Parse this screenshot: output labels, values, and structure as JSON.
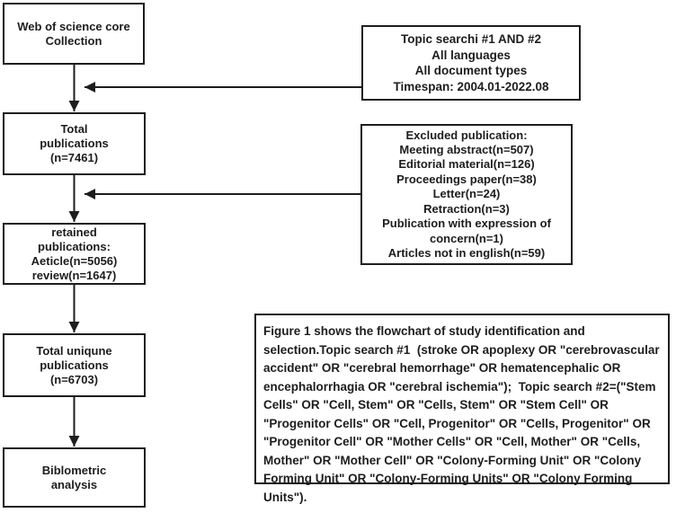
{
  "flowchart": {
    "left_boxes": [
      {
        "name": "web-of-science",
        "lines": [
          "Web of science core",
          "Collection"
        ]
      },
      {
        "name": "total-publications",
        "lines": [
          "Total",
          "publications",
          "(n=7461)"
        ]
      },
      {
        "name": "retained-publications",
        "lines": [
          "retained",
          "publications:",
          "Aeticle(n=5056)",
          "review(n=1647)"
        ]
      },
      {
        "name": "total-unique-publications",
        "lines": [
          "Total uniqune",
          "publications",
          "(n=6703)"
        ]
      },
      {
        "name": "bibliometric-analysis",
        "lines": [
          "Biblometric",
          "analysis"
        ]
      }
    ],
    "right_boxes": [
      {
        "name": "search-strategy",
        "lines": [
          "Topic searchi #1 AND #2",
          "All languages",
          "All document types",
          "Timespan: 2004.01-2022.08"
        ]
      },
      {
        "name": "excluded-publications",
        "lines": [
          "Excluded publication:",
          "Meeting abstract(n=507)",
          "Editorial material(n=126)",
          "Proceedings paper(n=38)",
          "Letter(n=24)",
          "Retraction(n=3)",
          "Publication with expression of",
          "concern(n=1)",
          "Articles not in english(n=59)"
        ]
      }
    ],
    "caption": "Figure 1 shows the flowchart of study identification and selection.Topic search #1  (stroke OR apoplexy OR \"cerebrovascular accident\" OR \"cerebral hemorrhage\" OR hematencephalic OR encephalorrhagia OR \"cerebral ischemia\");  Topic search #2=(\"Stem Cells\" OR \"Cell, Stem\" OR \"Cells, Stem\" OR \"Stem Cell\" OR \"Progenitor Cells\" OR \"Cell, Progenitor\" OR \"Cells, Progenitor\" OR \"Progenitor Cell\" OR \"Mother Cells\" OR \"Cell, Mother\" OR \"Cells, Mother\" OR \"Mother Cell\" OR \"Colony-Forming Unit\" OR \"Colony Forming Unit\" OR \"Colony-Forming Units\" OR \"Colony Forming Units\")."
  },
  "colors": {
    "line": "#1d1d1d",
    "text": "#1d1d1d",
    "background": "#ffffff"
  }
}
